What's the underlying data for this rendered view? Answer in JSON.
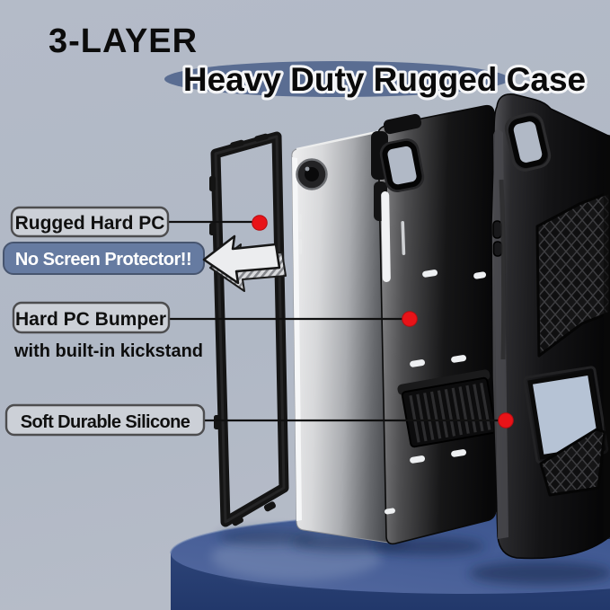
{
  "header": {
    "title": "3-LAYER",
    "subtitle": "Heavy Duty Rugged Case"
  },
  "callouts": {
    "rugged": {
      "label": "Rugged Hard PC"
    },
    "protector": {
      "label": "No Screen Protector!!"
    },
    "bumper": {
      "label": "Hard PC Bumper",
      "sublabel": "with built-in kickstand"
    },
    "silicone": {
      "label": "Soft Durable Silicone"
    }
  },
  "icons": {
    "arrow": "left-3d-arrow",
    "marker": "red-dot"
  },
  "colors": {
    "background": "#b1b9c6",
    "accent_red": "#e81318",
    "subtitle_ellipse": "#5a6d92",
    "protector_badge": "#667ba1",
    "label_box": "#ccd0d7",
    "pedestal_top": "#49629b",
    "pedestal_front": "#253d6f",
    "case_black": "#141414",
    "tablet_silver": "#d8d9db",
    "kickstand_window": "#b6c3d5"
  }
}
